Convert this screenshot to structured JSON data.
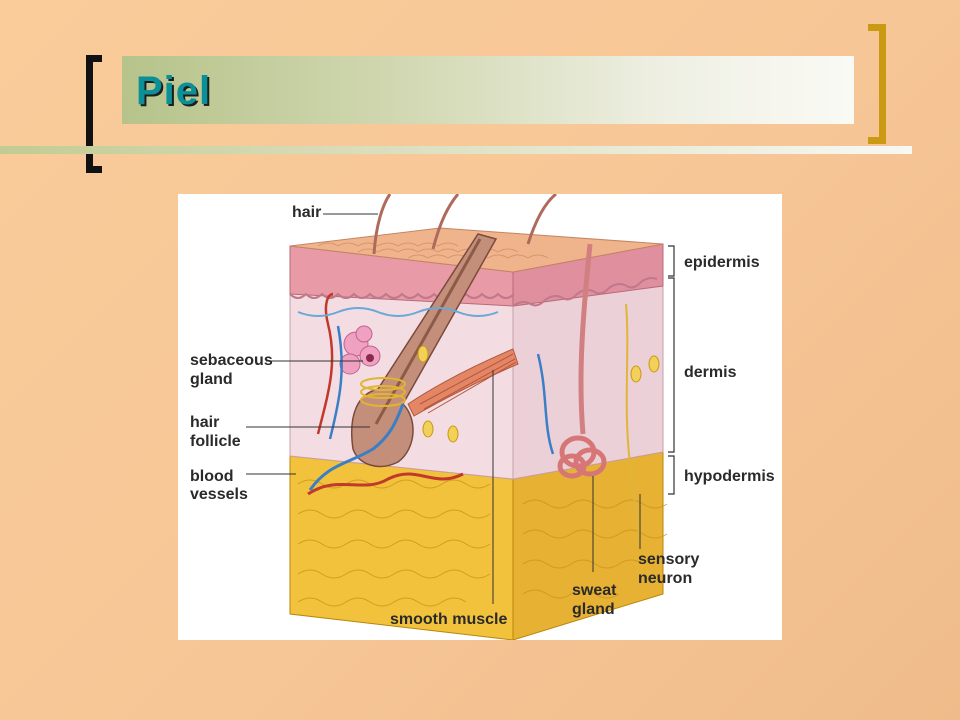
{
  "slide": {
    "title": "Piel"
  },
  "diagram": {
    "labels": {
      "hair": "hair",
      "epidermis": "epidermis",
      "sebaceous_gland": [
        "sebaceous",
        "gland"
      ],
      "dermis": "dermis",
      "hair_follicle": [
        "hair",
        "follicle"
      ],
      "hypodermis": "hypodermis",
      "blood_vessels": [
        "blood",
        "vessels"
      ],
      "sensory_neuron": [
        "sensory",
        "neuron"
      ],
      "sweat_gland": [
        "sweat",
        "gland"
      ],
      "smooth_muscle": "smooth muscle"
    }
  },
  "colors": {
    "background": "#f9cc9a",
    "title_text": "#0a9096",
    "accent_bracket": "#c99a12",
    "epidermis": "#e89aa6",
    "dermis": "#f3dde2",
    "hypodermis": "#f3c53f"
  }
}
